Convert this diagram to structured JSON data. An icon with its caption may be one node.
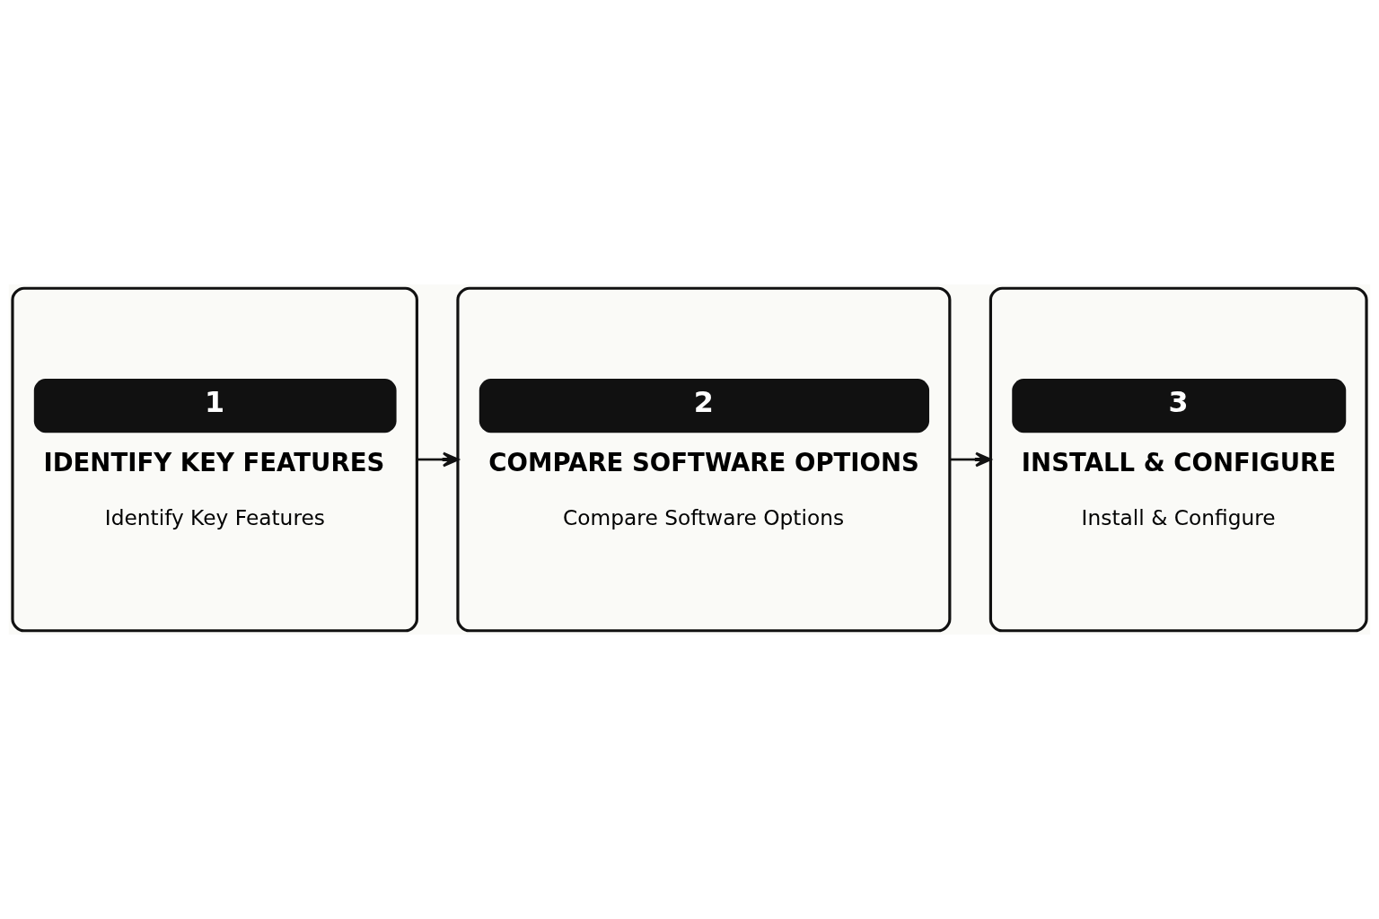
{
  "diagram": {
    "nodes": [
      {
        "text": [
          "1",
          "IDENTIFY KEY FEATURES",
          "Identify Key Features"
        ]
      },
      {
        "text": [
          "2",
          "COMPARE SOFTWARE OPTIONS",
          "Compare Software Options"
        ]
      },
      {
        "text": [
          "3",
          "INSTALL & CONFIGURE",
          "Install & Configure"
        ]
      }
    ],
    "edges": [
      {
        "from": 0,
        "to": 1,
        "arrow": "to"
      },
      {
        "from": 1,
        "to": 2,
        "arrow": "to"
      }
    ]
  }
}
